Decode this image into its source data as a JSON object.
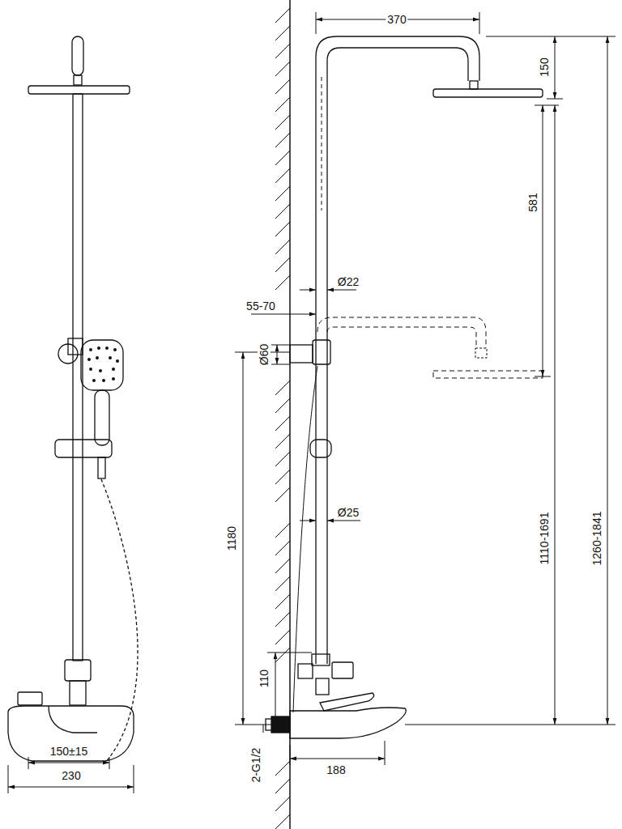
{
  "diagram": {
    "labels": [
      "370",
      "150",
      "581",
      "Ø22",
      "55-70",
      "Ø60",
      "1180",
      "Ø25",
      "1110-1691",
      "1260-1841",
      "110",
      "2-G1/2",
      "188",
      "150±15",
      "230"
    ]
  }
}
